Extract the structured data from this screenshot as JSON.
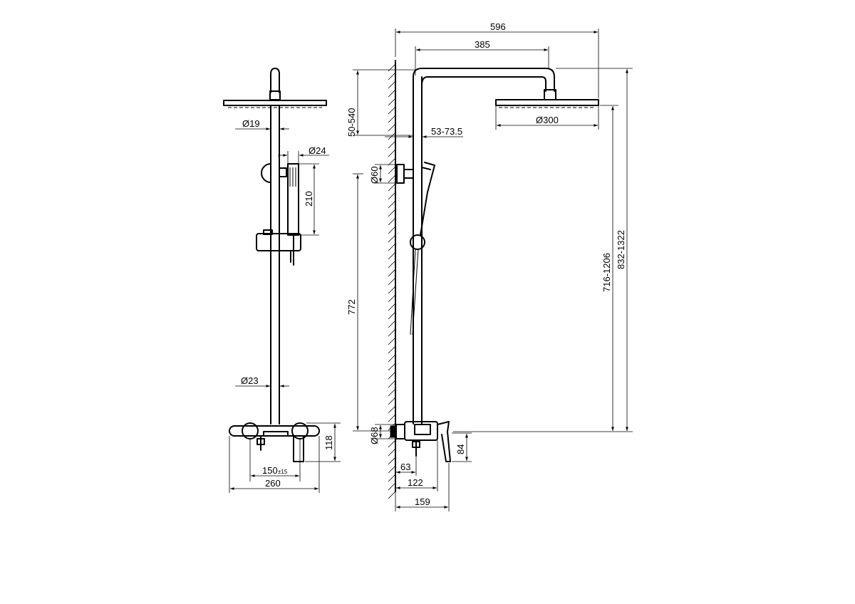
{
  "colors": {
    "line": "#000000",
    "background": "#ffffff"
  },
  "front_view": {
    "pipe_diameter": "Ø19",
    "hand_shower_diameter": "Ø24",
    "hand_shower_length": "210",
    "rail_diameter": "Ø23",
    "mixer_height": "118",
    "mixer_spacing": "150",
    "mixer_spacing_tolerance": "±15",
    "mixer_width": "260"
  },
  "side_view": {
    "total_projection": "596",
    "arm_length": "385",
    "adjust_range": "50-540",
    "wall_offset": "53-73.5",
    "head_diameter": "Ø300",
    "bracket_diameter": "Ø60",
    "rail_length": "772",
    "flange_diameter": "Ø68",
    "handle_drop": "84",
    "mixer_depth_1": "63",
    "mixer_depth_2": "122",
    "mixer_depth_3": "159",
    "height_range_1": "716-1206",
    "height_range_2": "832-1322"
  }
}
